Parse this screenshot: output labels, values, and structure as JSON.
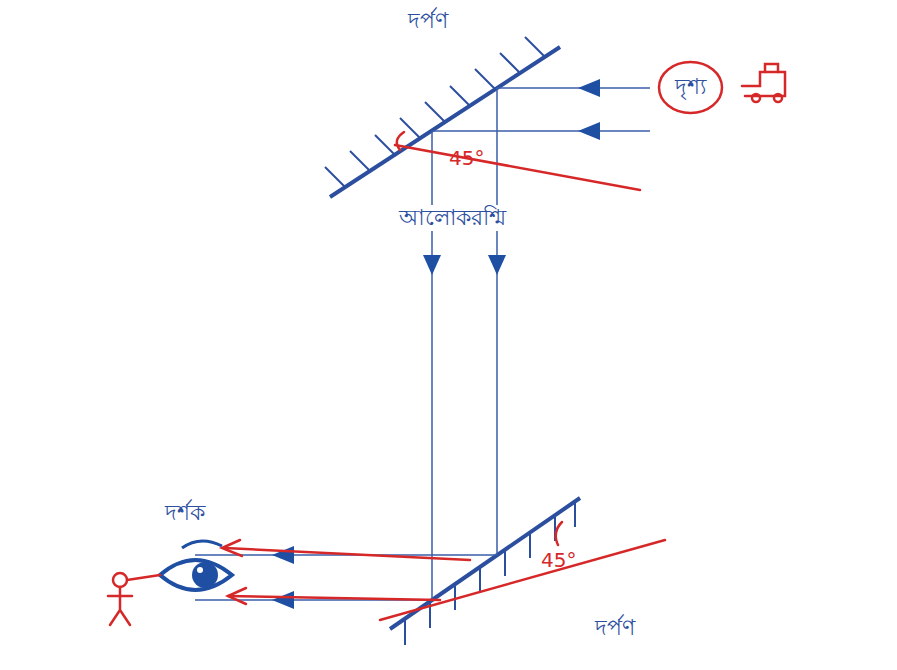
{
  "diagram": {
    "nodes": [
      {
        "text": [
          "দৃশ্য"
        ]
      }
    ],
    "labels": [
      "দর্পণ",
      "আলোকরশ্মি",
      "দর্শক",
      "দর্পণ",
      "45°",
      "45°"
    ]
  }
}
